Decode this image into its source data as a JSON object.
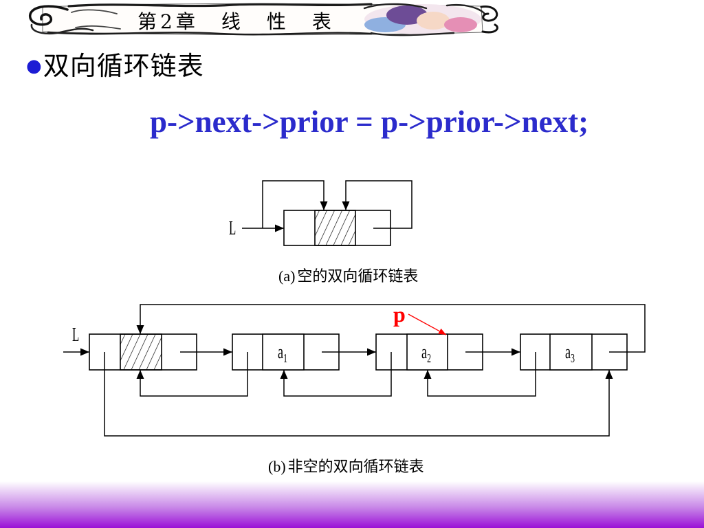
{
  "header": {
    "title": "第2章　线　性　表"
  },
  "bullet": {
    "marker": "●",
    "text": "双向循环链表"
  },
  "code_line": "p->next->prior = p->prior->next;",
  "figure_a": {
    "head_pointer": "L",
    "caption_tag": "(a)",
    "caption_text": "空的双向循环链表"
  },
  "figure_b": {
    "head_pointer": "L",
    "nodes": [
      {
        "name": "a",
        "index": "1"
      },
      {
        "name": "a",
        "index": "2"
      },
      {
        "name": "a",
        "index": "3"
      }
    ],
    "current_pointer": "p",
    "caption_tag": "(b)",
    "caption_text": "非空的双向循环链表"
  },
  "colors": {
    "code": "#2b2bcc",
    "bullet": "#1c1cd4",
    "current_pointer": "#ff0000",
    "footer": "#9a10d6"
  }
}
